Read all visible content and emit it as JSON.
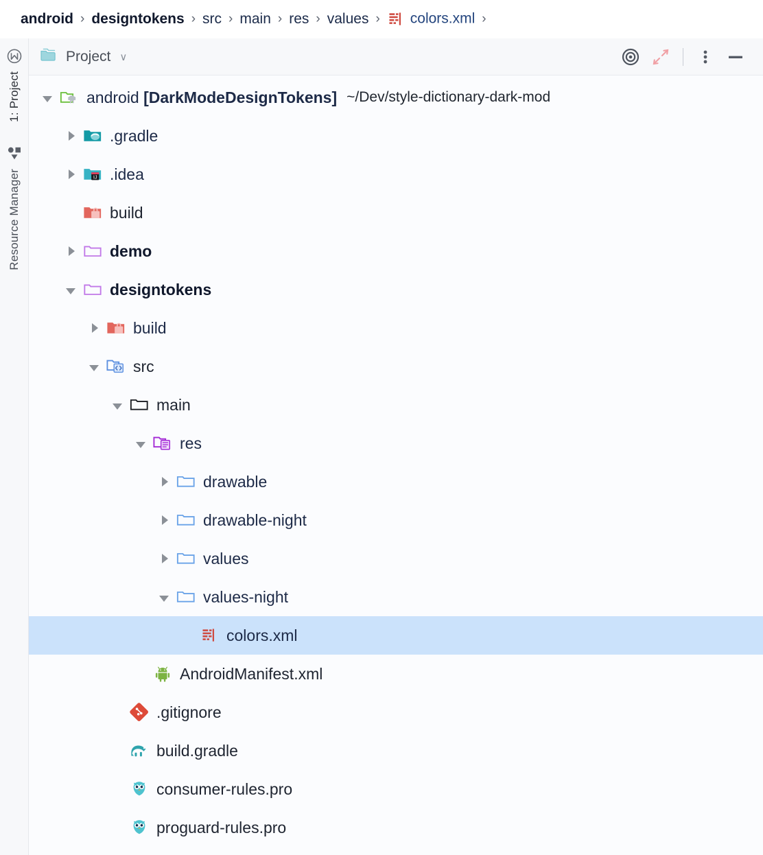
{
  "breadcrumb": {
    "items": [
      {
        "label": "android",
        "style": "bold",
        "icon": null
      },
      {
        "label": "designtokens",
        "style": "bold",
        "icon": null
      },
      {
        "label": "src",
        "style": "normal",
        "icon": null
      },
      {
        "label": "main",
        "style": "normal",
        "icon": null
      },
      {
        "label": "res",
        "style": "normal",
        "icon": null
      },
      {
        "label": "values",
        "style": "normal",
        "icon": null
      },
      {
        "label": "colors.xml",
        "style": "link",
        "icon": "xml-file-icon"
      }
    ],
    "separator": "›"
  },
  "toolstrip": {
    "tabs": [
      {
        "label": "1: Project",
        "icon": "project-structure-icon",
        "active": true
      },
      {
        "label": "Resource Manager",
        "icon": "shapes-icon",
        "active": false
      }
    ]
  },
  "toolwindow": {
    "title": "Project",
    "title_icon": "project-folder-icon",
    "dropdown_chevron": "∨",
    "actions": [
      {
        "name": "scroll-from-source",
        "icon": "target-icon",
        "label": "Select Opened File"
      },
      {
        "name": "collapse-all",
        "icon": "collapse-arrows-icon",
        "label": "Collapse All"
      },
      {
        "name": "options-menu",
        "icon": "kebab-menu-icon",
        "label": "Options"
      },
      {
        "name": "hide-tool-window",
        "icon": "minimize-icon",
        "label": "Hide"
      }
    ]
  },
  "colors": {
    "selection": "#cbe2fb",
    "panel_bg": "#fbfcfe",
    "header_bg": "#f7f8fa",
    "link_text": "#1d2a47",
    "xml_red": "#cf4b41",
    "module_purple": "#c178e8",
    "folder_blue": "#6aa3e8",
    "gradle_teal": "#2fa4ad",
    "android_green": "#7cb342",
    "git_red": "#dd4b39",
    "build_salmon": "#e8736a"
  },
  "tree": {
    "rows": [
      {
        "depth": 0,
        "twisty": "expanded",
        "icon": "android-project-folder-icon",
        "label": "android",
        "suffix": " [DarkModeDesignTokens]",
        "style": "root",
        "path": "~/Dev/style-dictionary-dark-mod",
        "selected": false
      },
      {
        "depth": 1,
        "twisty": "collapsed",
        "icon": "gradle-folder-icon",
        "label": ".gradle",
        "style": "normal",
        "selected": false
      },
      {
        "depth": 1,
        "twisty": "collapsed",
        "icon": "idea-folder-icon",
        "label": ".idea",
        "style": "normal",
        "selected": false
      },
      {
        "depth": 1,
        "twisty": "none",
        "icon": "build-folder-icon",
        "label": "build",
        "style": "plain",
        "selected": false
      },
      {
        "depth": 1,
        "twisty": "collapsed",
        "icon": "module-folder-icon",
        "label": "demo",
        "style": "bold",
        "selected": false
      },
      {
        "depth": 1,
        "twisty": "expanded",
        "icon": "module-folder-icon",
        "label": "designtokens",
        "style": "bold",
        "selected": false
      },
      {
        "depth": 2,
        "twisty": "collapsed",
        "icon": "build-folder-icon",
        "label": "build",
        "style": "normal",
        "selected": false
      },
      {
        "depth": 2,
        "twisty": "expanded",
        "icon": "source-folder-icon",
        "label": "src",
        "style": "plain",
        "selected": false
      },
      {
        "depth": 3,
        "twisty": "expanded",
        "icon": "plain-folder-icon",
        "label": "main",
        "style": "plain",
        "selected": false
      },
      {
        "depth": 4,
        "twisty": "expanded",
        "icon": "res-folder-icon",
        "label": "res",
        "style": "normal",
        "selected": false
      },
      {
        "depth": 5,
        "twisty": "collapsed",
        "icon": "blue-folder-icon",
        "label": "drawable",
        "style": "normal",
        "selected": false
      },
      {
        "depth": 5,
        "twisty": "collapsed",
        "icon": "blue-folder-icon",
        "label": "drawable-night",
        "style": "normal",
        "selected": false
      },
      {
        "depth": 5,
        "twisty": "collapsed",
        "icon": "blue-folder-icon",
        "label": "values",
        "style": "normal",
        "selected": false
      },
      {
        "depth": 5,
        "twisty": "expanded",
        "icon": "blue-folder-icon",
        "label": "values-night",
        "style": "normal",
        "selected": false
      },
      {
        "depth": 6,
        "twisty": "none",
        "icon": "xml-file-icon",
        "label": "colors.xml",
        "style": "normal",
        "selected": true
      },
      {
        "depth": 4,
        "twisty": "none",
        "icon": "android-manifest-icon",
        "label": "AndroidManifest.xml",
        "style": "plain",
        "selected": false
      },
      {
        "depth": 3,
        "twisty": "none",
        "icon": "git-icon",
        "label": ".gitignore",
        "style": "plain",
        "selected": false
      },
      {
        "depth": 3,
        "twisty": "none",
        "icon": "gradle-icon",
        "label": "build.gradle",
        "style": "plain",
        "selected": false
      },
      {
        "depth": 3,
        "twisty": "none",
        "icon": "proguard-icon",
        "label": "consumer-rules.pro",
        "style": "plain",
        "selected": false
      },
      {
        "depth": 3,
        "twisty": "none",
        "icon": "proguard-icon",
        "label": "proguard-rules.pro",
        "style": "plain",
        "selected": false
      }
    ]
  }
}
